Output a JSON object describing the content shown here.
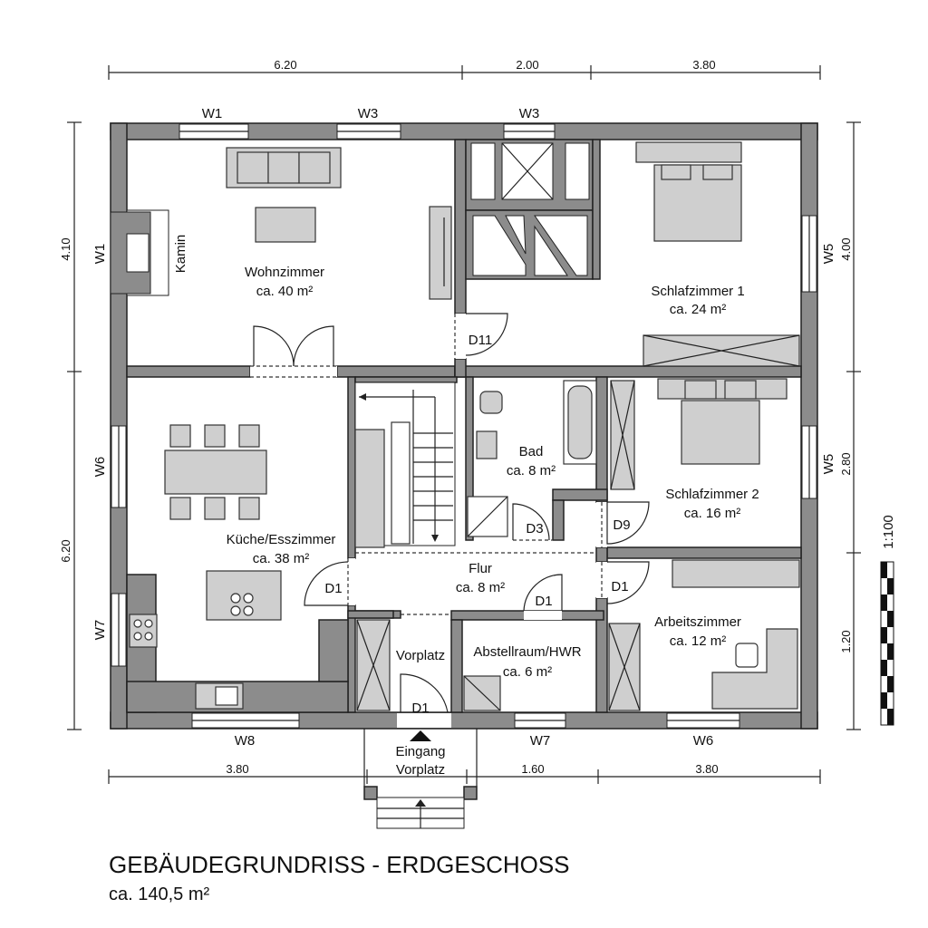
{
  "title": "GEBÄUDEGRUNDRISS - ERDGESCHOSS",
  "total_area": "ca. 140,5 m²",
  "scale_label": "1:100",
  "rooms": {
    "wohnzimmer": {
      "name": "Wohnzimmer",
      "area": "ca. 40 m²"
    },
    "schlafzimmer1": {
      "name": "Schlafzimmer 1",
      "area": "ca. 24 m²"
    },
    "kueche": {
      "name": "Küche/Esszimmer",
      "area": "ca. 38 m²"
    },
    "bad": {
      "name": "Bad",
      "area": "ca. 8 m²"
    },
    "schlafzimmer2": {
      "name": "Schlafzimmer 2",
      "area": "ca. 16 m²"
    },
    "flur": {
      "name": "Flur",
      "area": "ca. 8 m²"
    },
    "arbeitszimmer": {
      "name": "Arbeitszimmer",
      "area": "ca. 12 m²"
    },
    "abstellraum": {
      "name": "Abstellraum/HWR",
      "area": "ca. 6 m²"
    },
    "vorplatz": {
      "name": "Vorplatz"
    }
  },
  "kamin": "Kamin",
  "eingang": {
    "line1": "Eingang",
    "line2": "Vorplatz"
  },
  "dims": {
    "top": [
      "6.20",
      "2.00",
      "3.80"
    ],
    "bottom": [
      "3.80",
      "1.60",
      "3.80"
    ],
    "left": [
      "4.10",
      "6.20"
    ],
    "right": [
      "4.00",
      "2.80",
      "1.20"
    ]
  },
  "windows": {
    "w1_top": "W1",
    "w3_top_a": "W3",
    "w3_top_b": "W3",
    "w1_left": "W1",
    "w6_left": "W6",
    "w7_left": "W7",
    "w5_right_a": "W5",
    "w5_right_b": "W5",
    "w8_bottom": "W8",
    "w7_bottom": "W7",
    "w6_bottom": "W6"
  },
  "doors": {
    "d11": "D11",
    "d1_kueche": "D1",
    "d3": "D3",
    "d9": "D9",
    "d1_abstell": "D1",
    "d1_arbeit": "D1",
    "d1_vorplatz": "D1"
  }
}
